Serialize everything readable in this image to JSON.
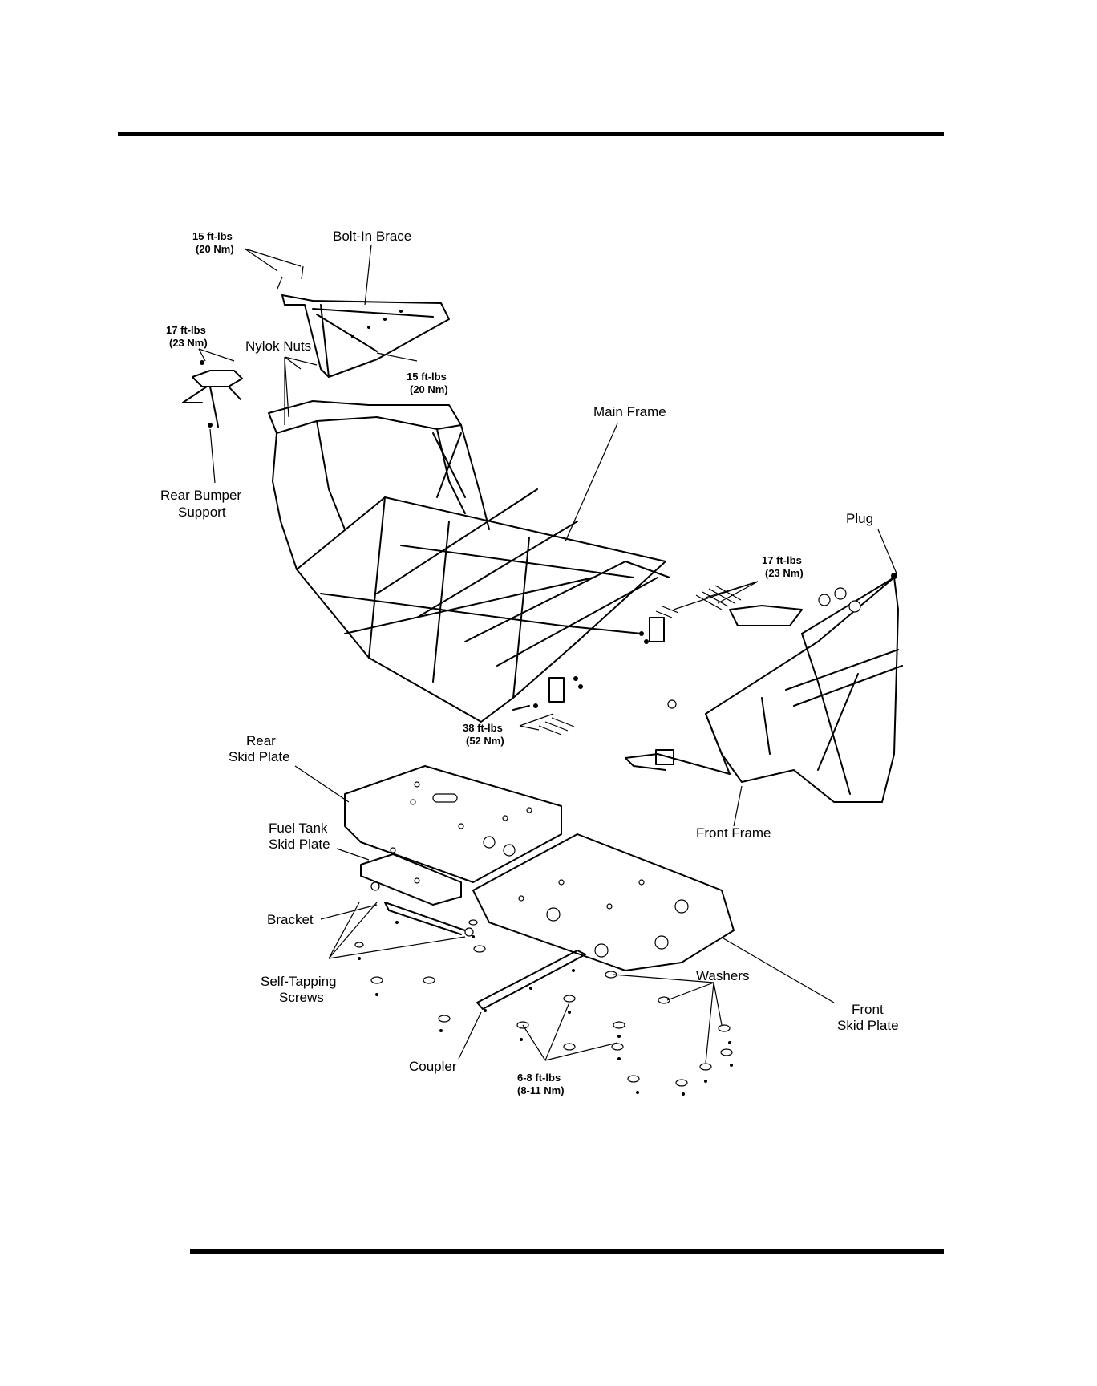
{
  "labels": {
    "bolt_in_brace": "Bolt-In Brace",
    "nylok_nuts": "Nylok Nuts",
    "rear_bumper_support_1": "Rear Bumper",
    "rear_bumper_support_2": "Support",
    "main_frame": "Main Frame",
    "plug": "Plug",
    "front_frame": "Front Frame",
    "rear_skid_plate_1": "Rear",
    "rear_skid_plate_2": "Skid Plate",
    "fuel_tank_skid_plate_1": "Fuel Tank",
    "fuel_tank_skid_plate_2": "Skid Plate",
    "bracket": "Bracket",
    "self_tapping_screws_1": "Self-Tapping",
    "self_tapping_screws_2": "Screws",
    "coupler": "Coupler",
    "washers": "Washers",
    "front_skid_plate_1": "Front",
    "front_skid_plate_2": "Skid Plate"
  },
  "torques": {
    "brace_top": [
      "15 ft-lbs",
      "(20 Nm)"
    ],
    "bumper_support": [
      "17 ft-lbs",
      "(23 Nm)"
    ],
    "brace_nylok": [
      "15 ft-lbs",
      "(20 Nm)"
    ],
    "front_frame_bolts": [
      "17 ft-lbs",
      "(23 Nm)"
    ],
    "main_frame_bolts": [
      "38 ft-lbs",
      "(52 Nm)"
    ],
    "skid_plate_screws": [
      "6-8 ft-lbs",
      "(8-11 Nm)"
    ]
  }
}
